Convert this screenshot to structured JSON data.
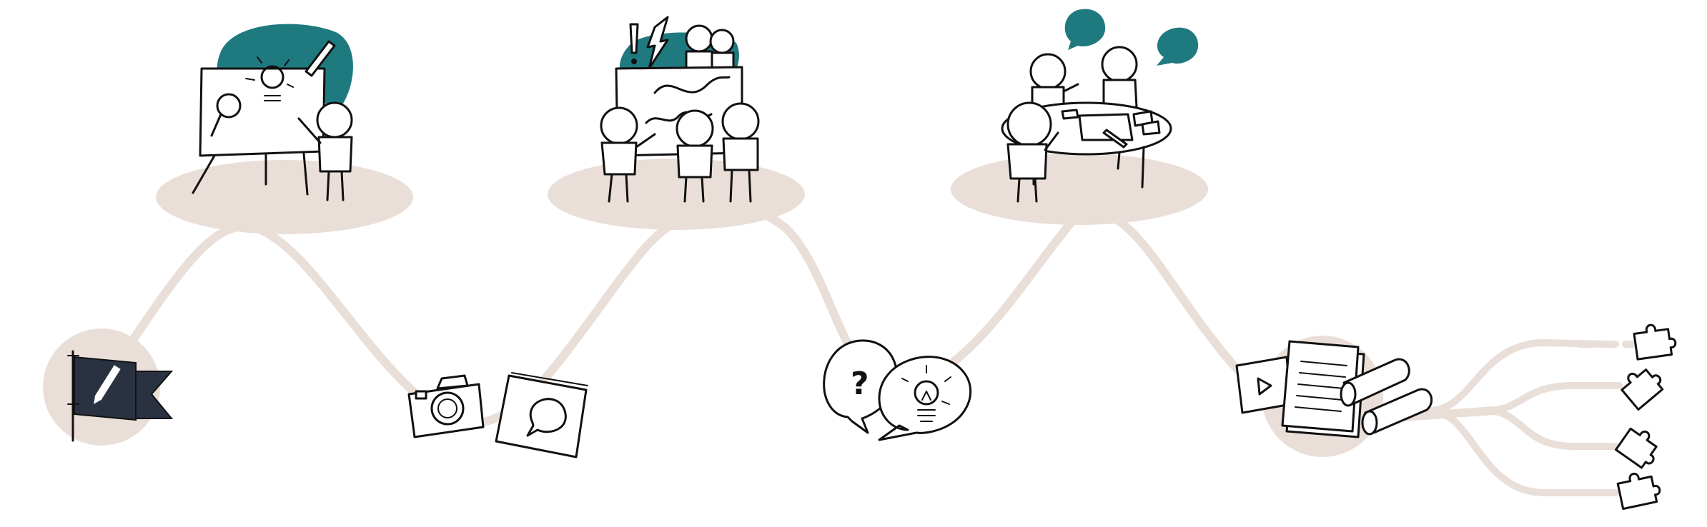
{
  "colors": {
    "path": "#eadfd8",
    "platform": "#eadfd8",
    "accent": "#1f7a80",
    "flag": "#2a3242",
    "ink": "#111111"
  },
  "stages": [
    {
      "id": "kickoff",
      "icon": "flag-with-pencil-icon"
    },
    {
      "id": "presenter",
      "icon": "presenter-whiteboard-icon"
    },
    {
      "id": "capture",
      "icons": [
        "camera-icon",
        "journal-speech-icon"
      ]
    },
    {
      "id": "group-board",
      "icon": "group-at-board-icon"
    },
    {
      "id": "questions-ideas",
      "icons": [
        "question-bubble-icon",
        "lightbulb-bubble-icon"
      ]
    },
    {
      "id": "workshop-table",
      "icon": "team-at-table-icon"
    },
    {
      "id": "documentation",
      "icons": [
        "video-card-icon",
        "document-stack-icon",
        "scroll-roll-icon"
      ]
    },
    {
      "id": "outcomes",
      "icons": [
        "puzzle-piece-icon",
        "puzzle-piece-icon",
        "puzzle-piece-icon",
        "puzzle-piece-icon"
      ]
    }
  ],
  "glyphs": {
    "question": "?"
  }
}
